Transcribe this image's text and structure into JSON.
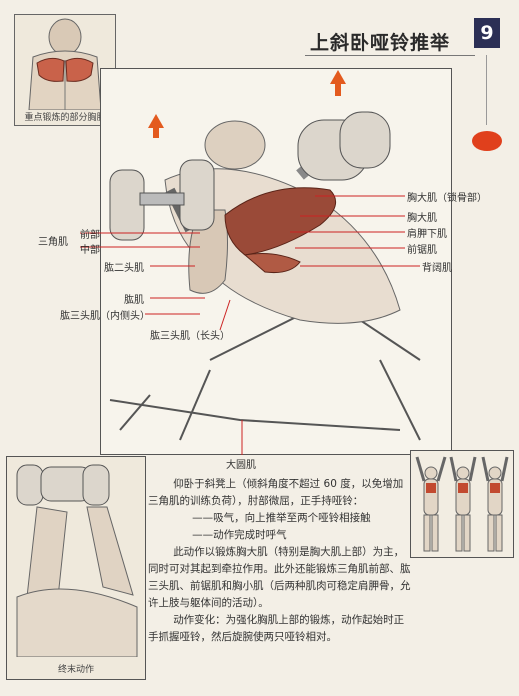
{
  "title": "上斜卧哑铃推举",
  "number": "9",
  "thumb_top_caption": "重点锻炼的部分胸肌",
  "thumb_bottom_caption": "终末动作",
  "labels_right": {
    "clavicular": "胸大肌（锁骨部）",
    "pec_major": "胸大肌",
    "subscapularis": "肩胛下肌",
    "serratus": "前锯肌",
    "lat": "背阔肌"
  },
  "labels_left": {
    "deltoid": "三角肌",
    "front": "前部",
    "middle": "中部",
    "biceps": "肱二头肌",
    "brachialis": "肱肌",
    "triceps_medial": "肱三头肌（内侧头）",
    "triceps_long": "肱三头肌（长头）",
    "teres_major": "大圆肌"
  },
  "description": [
    "仰卧于斜凳上（倾斜角度不超过 60 度，以免增加三角肌的训练负荷），肘部微屈，正手持哑铃：",
    "——吸气，向上推举至两个哑铃相接触",
    "——动作完成时呼气",
    "此动作以锻炼胸大肌（特别是胸大肌上部）为主，同时可对其起到牵拉作用。此外还能锻炼三角肌前部、肱三头肌、前锯肌和胸小肌（后两种肌肉可稳定肩胛骨，允许上肢与躯体间的活动）。",
    "动作变化：为强化胸肌上部的锻炼，动作起始时正手抓握哑铃，然后旋腕使两只哑铃相对。"
  ],
  "colors": {
    "accent": "#e0401c",
    "muscle": "#9a4a38",
    "box": "#2b2f55"
  }
}
